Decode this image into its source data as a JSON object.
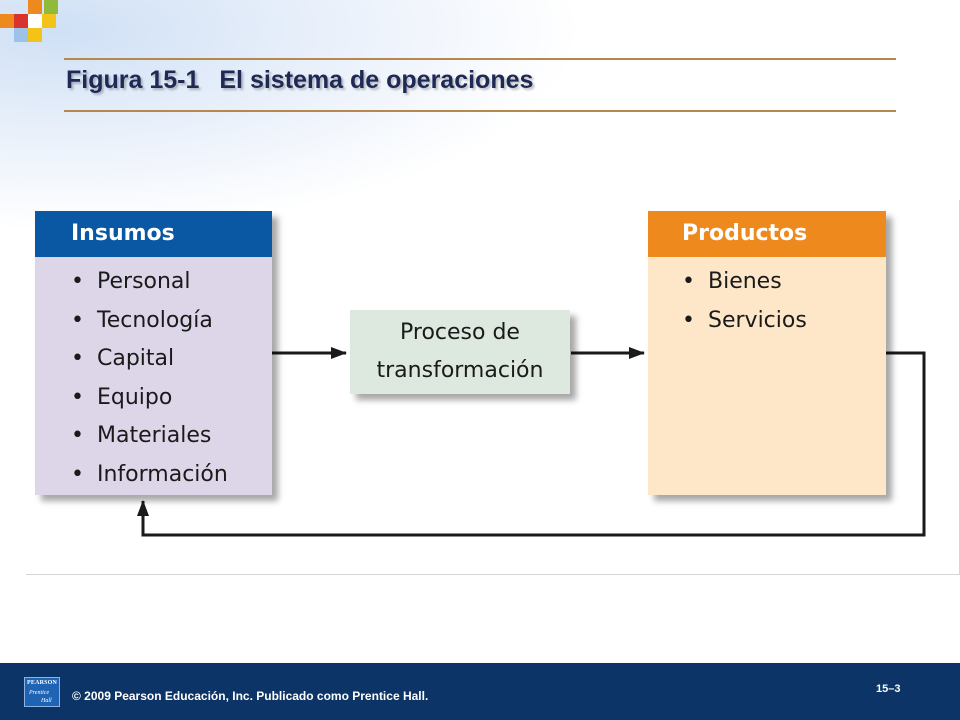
{
  "slide": {
    "title_number": "Figura 15-1",
    "title_text": "El sistema de operaciones"
  },
  "diagram": {
    "inputs": {
      "header": "Insumos",
      "items": [
        "Personal",
        "Tecnología",
        "Capital",
        "Equipo",
        "Materiales",
        "Información"
      ]
    },
    "process": {
      "line1": "Proceso de",
      "line2": "transformación"
    },
    "outputs": {
      "header": "Productos",
      "items": [
        "Bienes",
        "Servicios"
      ]
    }
  },
  "footer": {
    "logo_top": "PEARSON",
    "logo_mid": "Prentice",
    "logo_bottom": "Hall",
    "copyright": "© 2009 Pearson Educación, Inc. Publicado como Prentice Hall.",
    "page_number": "15–3"
  },
  "colors": {
    "inputs_header": "#0a57a4",
    "inputs_body": "#ddd5e8",
    "outputs_header": "#ee8a1d",
    "outputs_body": "#fde7c8",
    "process_body": "#dde8de",
    "footer_bar": "#0c3467",
    "title_rule": "#b5894e"
  }
}
